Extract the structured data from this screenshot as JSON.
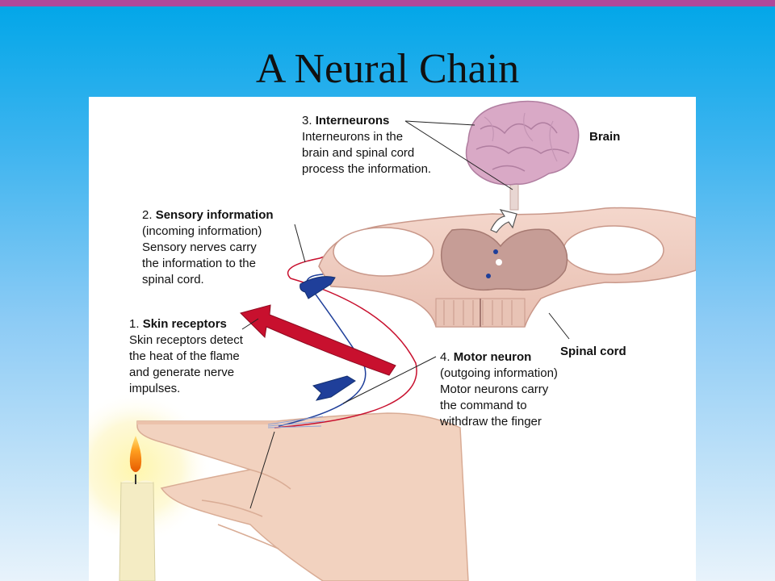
{
  "slide": {
    "title": "A Neural Chain",
    "colors": {
      "top_bar": "#b0489a",
      "background_top": "#00a6e8",
      "background_bottom": "#e8f3fb",
      "sensory_arrow": "#c8102e",
      "motor_arrow": "#1f3f9a"
    }
  },
  "diagram": {
    "labels": {
      "brain": "Brain",
      "spinal_cord": "Spinal cord"
    },
    "steps": [
      {
        "number": "1.",
        "heading": "Skin receptors",
        "lines": [
          "Skin receptors detect",
          "the heat of the flame",
          "and generate nerve",
          "impulses."
        ]
      },
      {
        "number": "2.",
        "heading": "Sensory information",
        "lines": [
          "(incoming information)",
          "Sensory nerves carry",
          "the information to the",
          "spinal cord."
        ]
      },
      {
        "number": "3.",
        "heading": "Interneurons",
        "lines": [
          "Interneurons in the",
          "brain and spinal cord",
          "process the information."
        ]
      },
      {
        "number": "4.",
        "heading": "Motor neuron",
        "lines": [
          "(outgoing information)",
          "Motor neurons carry",
          "the command to",
          "withdraw the finger"
        ]
      }
    ],
    "icons": [
      "brain-icon",
      "spinal-cord-icon",
      "hand-icon",
      "candle-icon",
      "flame-icon",
      "sensory-arrow-icon",
      "motor-arrow-icon",
      "ascending-arrow-icon"
    ]
  }
}
